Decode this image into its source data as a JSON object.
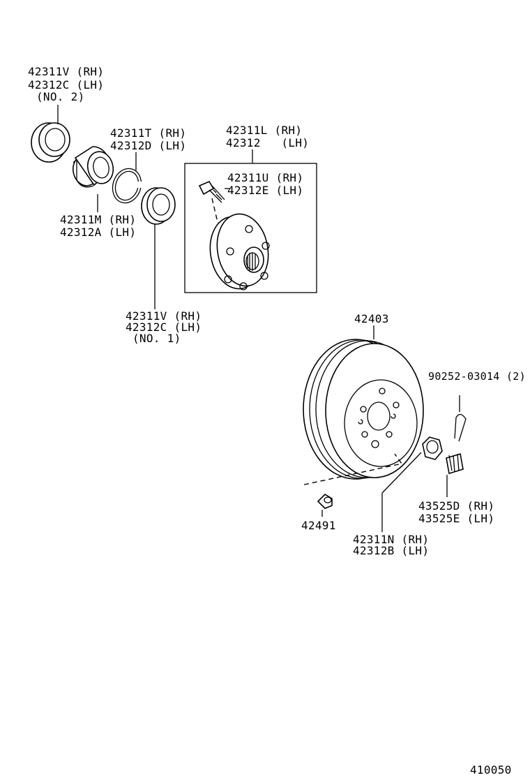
{
  "parts": {
    "oil_seal_no2": {
      "line1": "42311V (RH)",
      "line2": "42312C (LH)",
      "line3": "(NO. 2)"
    },
    "snap_ring": {
      "line1": "42311T (RH)",
      "line2": "42312D (LH)"
    },
    "bearing": {
      "line1": "42311M (RH)",
      "line2": "42312A (LH)"
    },
    "oil_seal_no1": {
      "line1": "42311V (RH)",
      "line2": "42312C (LH)",
      "line3": "(NO. 1)"
    },
    "axle_hub": {
      "line1": "42311L (RH)",
      "line2": "42312   (LH)"
    },
    "hub_bolt": {
      "line1": "42311U (RH)",
      "line2": "42312E (LH)"
    },
    "brake_drum": {
      "line1": "42403"
    },
    "cotter_pin": {
      "line1": "90252-03014 (2)"
    },
    "plug": {
      "line1": "42491"
    },
    "nut": {
      "line1": "42311N (RH)",
      "line2": "42312B (LH)"
    },
    "nut_lock_cap": {
      "line1": "43525D (RH)",
      "line2": "43525E (LH)"
    }
  },
  "diagram_number": "410050"
}
